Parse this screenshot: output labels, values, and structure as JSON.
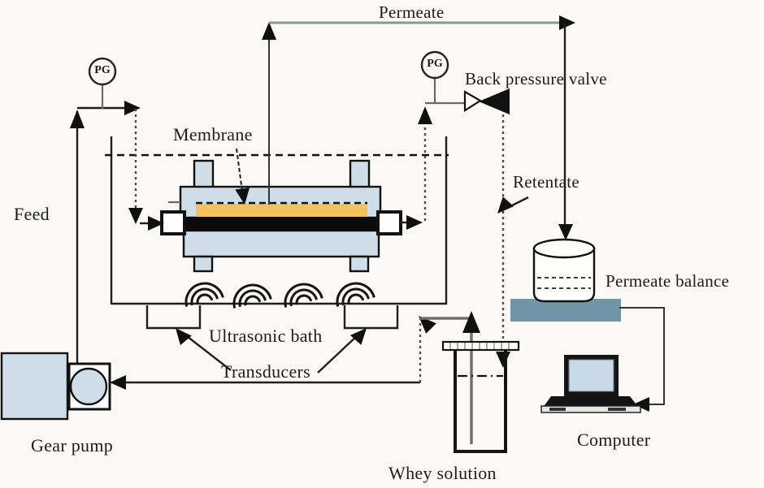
{
  "labels": {
    "permeate": "Permeate",
    "back_pressure_valve": "Back pressure valve",
    "membrane": "Membrane",
    "retentate": "Retentate",
    "feed": "Feed",
    "permeate_balance": "Permeate balance",
    "ultrasonic_bath": "Ultrasonic bath",
    "transducers": "Transducers",
    "gear_pump": "Gear pump",
    "whey_solution": "Whey solution",
    "computer": "Computer"
  },
  "gauges": {
    "pg1": "PG",
    "pg2": "PG"
  },
  "colors": {
    "equipment_fill": "#cfdde8",
    "membrane_fill": "#f2c25e",
    "platform_fill": "#7095a6",
    "laptop_screen_fill": "#c9d9e6",
    "background": "#faf9f6"
  }
}
